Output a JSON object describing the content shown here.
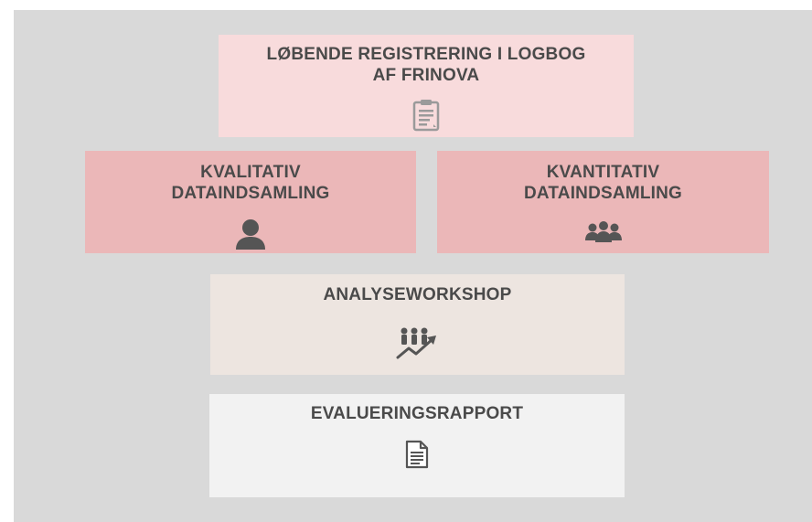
{
  "diagram": {
    "header_fragment": "",
    "boxes": {
      "log": {
        "title_line1": "LØBENDE REGISTRERING I LOGBOG",
        "title_line2": "AF FRINOVA",
        "icon": "clipboard-icon"
      },
      "kvalitativ": {
        "title_line1": "KVALITATIV",
        "title_line2": "DATAINDSAMLING",
        "icon": "person-icon"
      },
      "kvantitativ": {
        "title_line1": "KVANTITATIV",
        "title_line2": "DATAINDSAMLING",
        "icon": "group-icon"
      },
      "analyse": {
        "title": "ANALYSEWORKSHOP",
        "icon": "people-growth-icon"
      },
      "evaluering": {
        "title": "EVALUERINGSRAPPORT",
        "icon": "document-icon"
      }
    },
    "colors": {
      "panel": "#d9d9d9",
      "log": "#f8dbdc",
      "kval": "#ebb7b8",
      "analyse": "#ede5e0",
      "evaluering": "#f2f2f2",
      "text": "#4a4a4a",
      "icon": "#555555"
    }
  }
}
